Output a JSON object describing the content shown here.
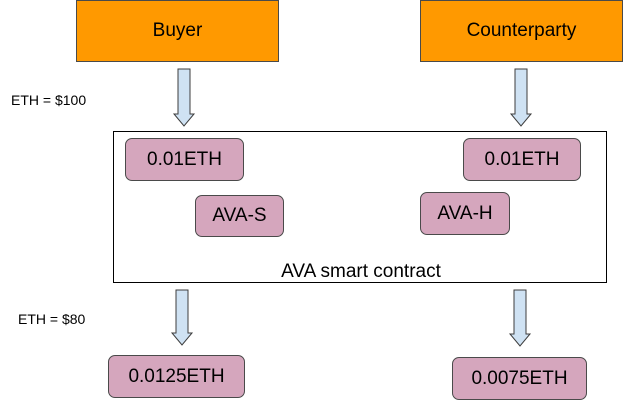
{
  "parties": {
    "buyer": "Buyer",
    "counterparty": "Counterparty"
  },
  "prices": {
    "initial": "ETH = $100",
    "final": "ETH = $80"
  },
  "contract": {
    "label": "AVA smart contract",
    "buyer_deposit": "0.01ETH",
    "counterparty_deposit": "0.01ETH",
    "token_s": "AVA-S",
    "token_h": "AVA-H"
  },
  "payouts": {
    "buyer": "0.0125ETH",
    "counterparty": "0.0075ETH"
  },
  "colors": {
    "party_fill": "#ff9900",
    "pill_fill": "#d5a6bd",
    "arrow_fill": "#cfe2f3"
  }
}
